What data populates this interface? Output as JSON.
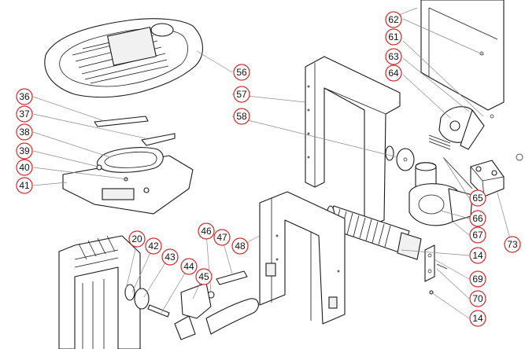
{
  "callouts": [
    {
      "id": "c62",
      "label": "62"
    },
    {
      "id": "c61",
      "label": "61"
    },
    {
      "id": "c63",
      "label": "63"
    },
    {
      "id": "c64",
      "label": "64"
    },
    {
      "id": "c56",
      "label": "56"
    },
    {
      "id": "c57",
      "label": "57"
    },
    {
      "id": "c58",
      "label": "58"
    },
    {
      "id": "c36",
      "label": "36"
    },
    {
      "id": "c37",
      "label": "37"
    },
    {
      "id": "c38",
      "label": "38"
    },
    {
      "id": "c39",
      "label": "39"
    },
    {
      "id": "c40",
      "label": "40"
    },
    {
      "id": "c41",
      "label": "41"
    },
    {
      "id": "c65",
      "label": "65"
    },
    {
      "id": "c66",
      "label": "66"
    },
    {
      "id": "c67",
      "label": "67"
    },
    {
      "id": "c14a",
      "label": "14"
    },
    {
      "id": "c73",
      "label": "73"
    },
    {
      "id": "c69",
      "label": "69"
    },
    {
      "id": "c70",
      "label": "70"
    },
    {
      "id": "c14b",
      "label": "14"
    },
    {
      "id": "c46",
      "label": "46"
    },
    {
      "id": "c47",
      "label": "47"
    },
    {
      "id": "c48",
      "label": "48"
    },
    {
      "id": "c20",
      "label": "20"
    },
    {
      "id": "c42",
      "label": "42"
    },
    {
      "id": "c43",
      "label": "43"
    },
    {
      "id": "c44",
      "label": "44"
    },
    {
      "id": "c45",
      "label": "45"
    }
  ],
  "colors": {
    "callout_ring": "#d62828",
    "line_art": "#1a1a1a",
    "leader": "#8a8a8a",
    "background": "#ffffff"
  }
}
